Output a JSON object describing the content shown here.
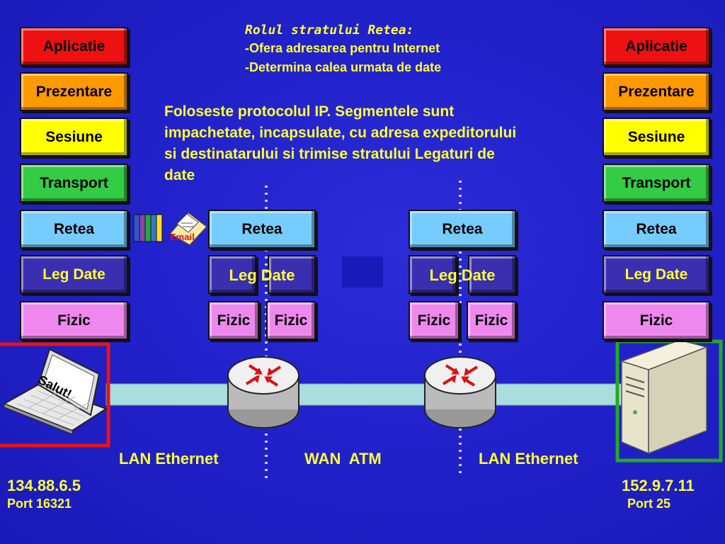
{
  "note": {
    "title": "Rolul stratului Retea:",
    "line1": "-Ofera adresarea pentru Internet",
    "line2": "-Determina calea urmata de date"
  },
  "description": {
    "line1": "Foloseste protocolul IP. Segmentele sunt",
    "line2": "impachetate, incapsulate, cu adresa expeditorului",
    "line3": "si destinatarului si trimise stratului Legaturi de",
    "line4": "date"
  },
  "left_stack": {
    "aplicatie": "Aplicatie",
    "prezentare": "Prezentare",
    "sesiune": "Sesiune",
    "transport": "Transport",
    "retea": "Retea",
    "leg_date": "Leg Date",
    "fizic": "Fizic"
  },
  "right_stack": {
    "aplicatie": "Aplicatie",
    "prezentare": "Prezentare",
    "sesiune": "Sesiune",
    "transport": "Transport",
    "retea": "Retea",
    "leg_date": "Leg Date",
    "fizic": "Fizic"
  },
  "router1": {
    "retea": "Retea",
    "leg_date": "Leg Date",
    "fizic_left": "Fizic",
    "fizic_right": "Fizic"
  },
  "router2": {
    "retea": "Retea",
    "leg_date": "Leg Date",
    "fizic_left": "Fizic",
    "fizic_right": "Fizic"
  },
  "packet": {
    "email_label": "Email"
  },
  "laptop": {
    "screen_text": "Salut!"
  },
  "segments": {
    "lan_left": "LAN Ethernet",
    "wan": "WAN  ATM",
    "lan_right": "LAN Ethernet"
  },
  "sender": {
    "ip": "134.88.6.5",
    "port": "Port 16321"
  },
  "receiver": {
    "ip": "152.9.7.11",
    "port": "Port 25"
  },
  "colors": {
    "background": "#2222cc",
    "text_yellow": "#ffff33",
    "aplicatie": "#ee1111",
    "prezentare": "#ff9900",
    "sesiune": "#ffff00",
    "transport": "#33cc44",
    "retea": "#77ccff",
    "leg_date": "#3a2fb0",
    "fizic": "#ee88ee",
    "cable": "#aadddd",
    "sender_frame": "#ee1111",
    "receiver_frame": "#22aa22"
  }
}
